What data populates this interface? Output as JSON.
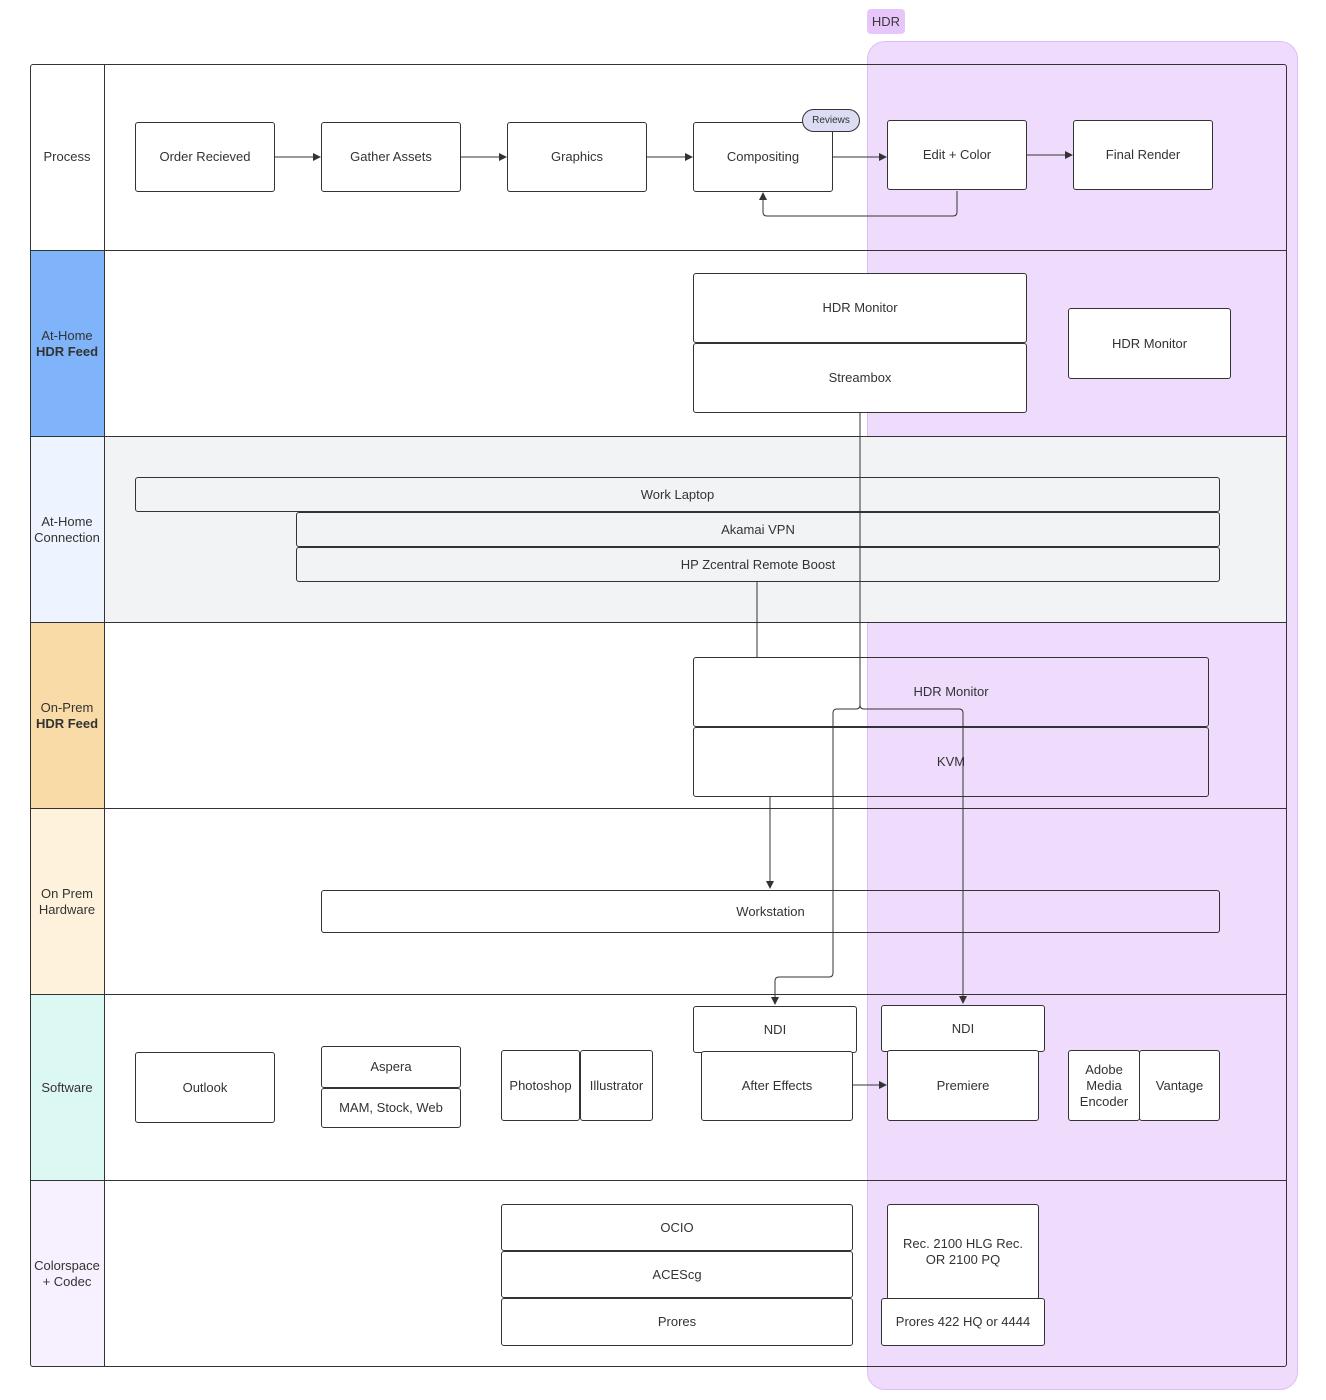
{
  "hdr_region": {
    "label": "HDR"
  },
  "lanes": [
    {
      "id": "process",
      "line1": "Process",
      "line2": "",
      "bg": "#ffffff"
    },
    {
      "id": "at-home-hdr-feed",
      "line1": "At-Home",
      "line2": "HDR Feed",
      "bg": "#7fb3fa"
    },
    {
      "id": "at-home-connection",
      "line1": "At-Home",
      "line2": "Connection",
      "bg": "#edf4ff"
    },
    {
      "id": "on-prem-hdr-feed",
      "line1": "On-Prem",
      "line2": "HDR Feed",
      "bg": "#f8dba6"
    },
    {
      "id": "on-prem-hardware",
      "line1": "On Prem",
      "line2": "Hardware",
      "bg": "#fef2dc"
    },
    {
      "id": "software",
      "line1": "Software",
      "line2": "",
      "bg": "#dcf8f2"
    },
    {
      "id": "colorspace-codec",
      "line1": "Colorspace",
      "line2": "+ Codec",
      "bg": "#f7f0fe"
    }
  ],
  "process": {
    "order_recieved": "Order Recieved",
    "gather_assets": "Gather Assets",
    "graphics": "Graphics",
    "compositing": "Compositing",
    "reviews": "Reviews",
    "edit_color": "Edit + Color",
    "final_render": "Final Render"
  },
  "at_home_feed": {
    "hdr_monitor_a": "HDR Monitor",
    "streambox": "Streambox",
    "hdr_monitor_b": "HDR Monitor"
  },
  "at_home_connection": {
    "work_laptop": "Work Laptop",
    "akamai_vpn": "Akamai VPN",
    "hp_zcentral": "HP Zcentral Remote Boost"
  },
  "on_prem_feed": {
    "hdr_monitor": "HDR Monitor",
    "kvm": "KVM"
  },
  "on_prem_hardware": {
    "workstation": "Workstation"
  },
  "software": {
    "outlook": "Outlook",
    "aspera": "Aspera",
    "mam": "MAM, Stock, Web",
    "photoshop": "Photoshop",
    "illustrator": "Illustrator",
    "ndi_a": "NDI",
    "after_effects": "After Effects",
    "ndi_b": "NDI",
    "premiere": "Premiere",
    "ame": "Adobe Media Encoder",
    "vantage": "Vantage"
  },
  "colorspace": {
    "ocio": "OCIO",
    "acescg": "ACEScg",
    "prores": "Prores",
    "rec2100": "Rec. 2100 HLG Rec. OR 2100 PQ",
    "prores_hq": "Prores 422 HQ or 4444"
  },
  "colors": {
    "hdr_region_fill": "#efdcfd",
    "hdr_tag_fill": "#e7c6fb",
    "connection_lane_fill": "#f2f3f5",
    "line": "#333333",
    "reviews_fill": "#dcdcf4"
  }
}
